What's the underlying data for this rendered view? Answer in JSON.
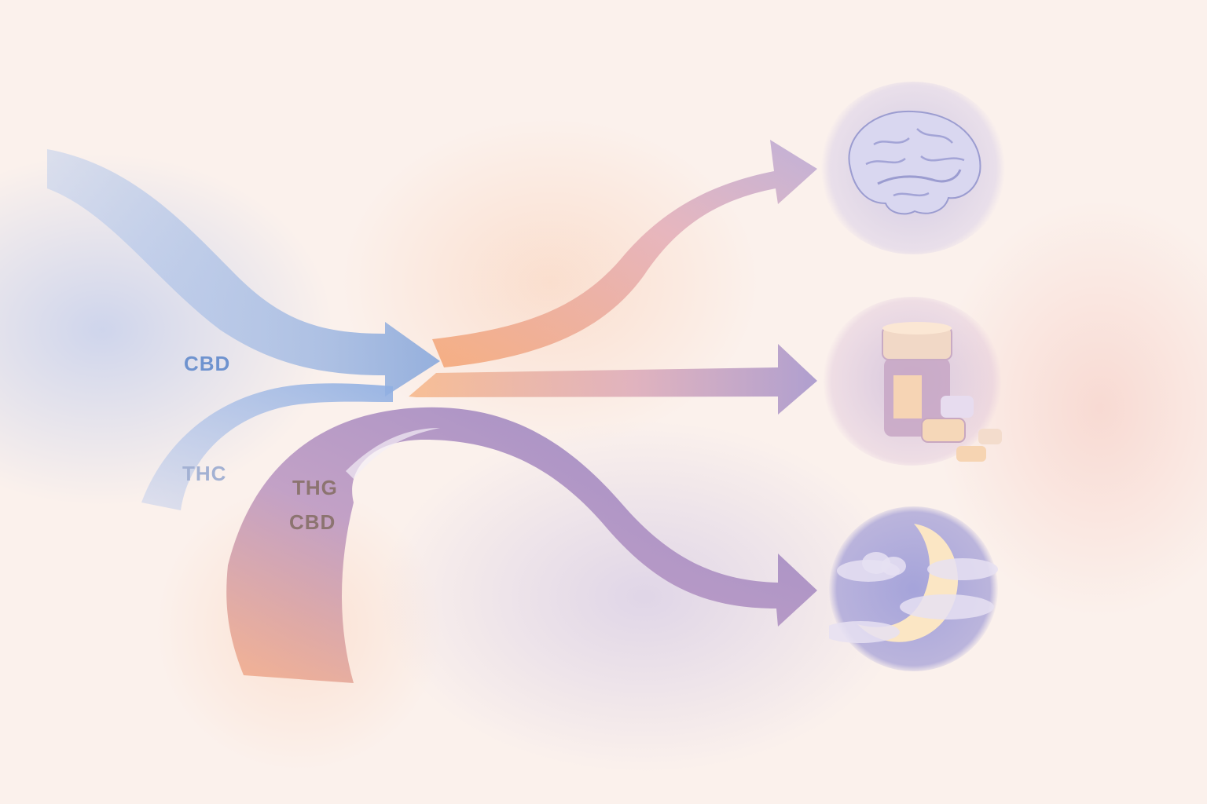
{
  "diagram": {
    "type": "flow",
    "description": "Cannabinoid inputs converging and branching to three outcomes",
    "inputs": [
      {
        "id": "cbd",
        "label": "CBD",
        "color": "#6f93cf"
      },
      {
        "id": "thc",
        "label": "THC",
        "color": "#9fb0d4"
      },
      {
        "id": "thg_cbd",
        "label_line1": "THG",
        "label_line2": "CBD",
        "color": "#8c7470"
      }
    ],
    "outputs": [
      {
        "id": "brain",
        "icon": "brain-icon",
        "meaning": "cognitive / brain"
      },
      {
        "id": "medication",
        "icon": "pill-jar-icon",
        "meaning": "medication / supplements"
      },
      {
        "id": "sleep",
        "icon": "moon-clouds-icon",
        "meaning": "sleep"
      }
    ],
    "colors": {
      "blue_stream": "#8eaee0",
      "orange_stream": "#f4ac80",
      "purple_stream": "#9b88c4",
      "background": "#fbf1ec"
    }
  }
}
